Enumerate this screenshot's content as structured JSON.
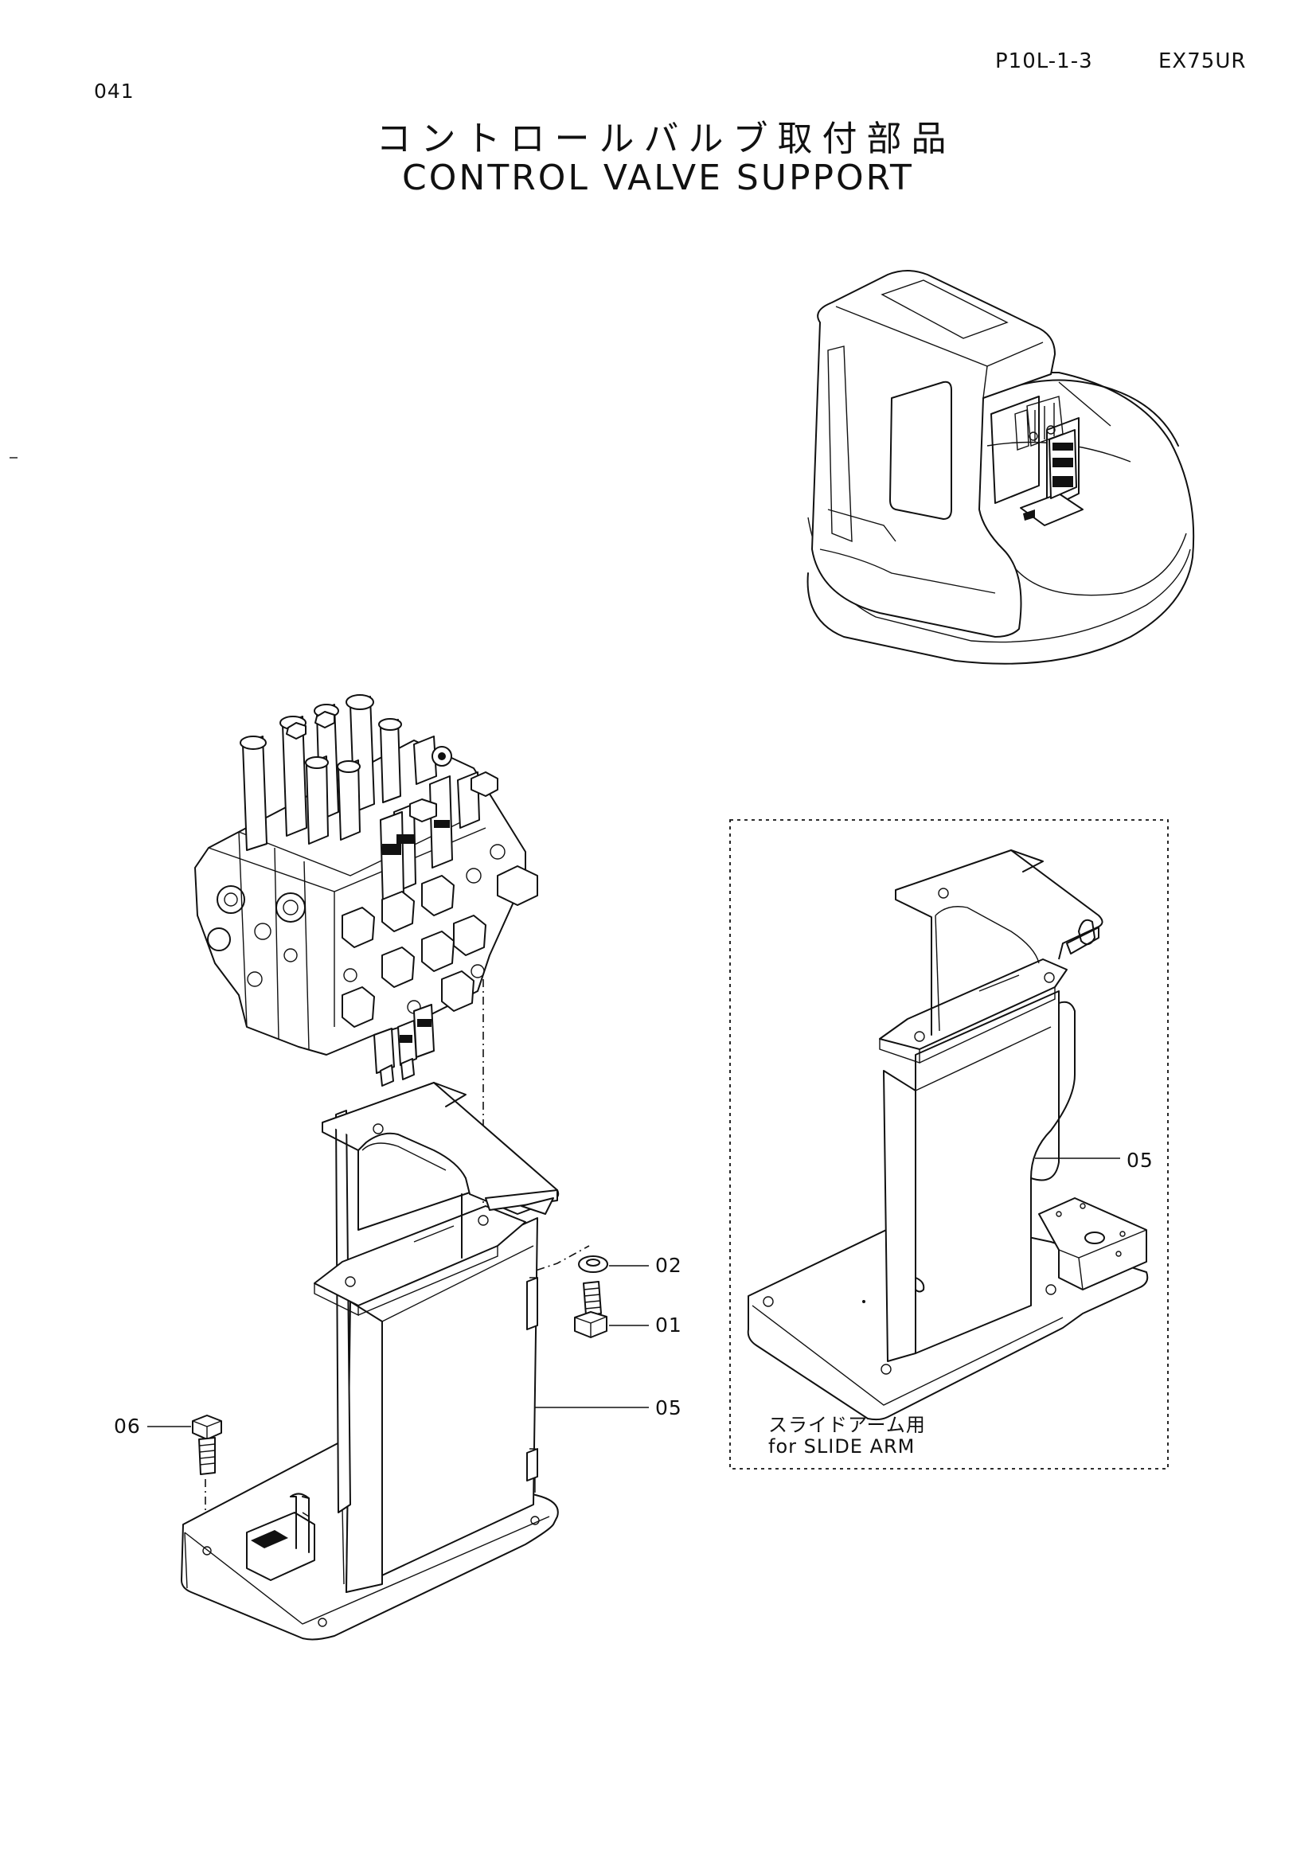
{
  "header": {
    "page_number": "041",
    "reference_code": "P10L-1-3",
    "model": "EX75UR"
  },
  "title": {
    "japanese": "コントロールバルブ取付部品",
    "english": "CONTROL VALVE SUPPORT"
  },
  "callouts": {
    "part_02": "02",
    "part_01": "01",
    "part_05_main": "05",
    "part_06": "06",
    "part_05_inset": "05"
  },
  "inset": {
    "caption_ja": "スライドアーム用",
    "caption_en": "for SLIDE ARM"
  }
}
